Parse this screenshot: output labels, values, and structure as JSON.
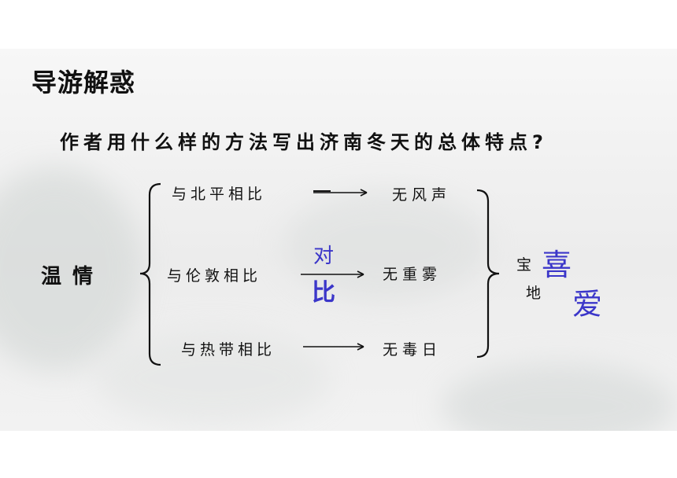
{
  "title": "导游解惑",
  "question": "作者用什么样的方法写出济南冬天的总体特点?",
  "left_label": "温情",
  "comparisons": [
    {
      "label": "与北平相比",
      "result": "无风声"
    },
    {
      "label": "与伦敦相比",
      "result": "无重雾"
    },
    {
      "label": "与热带相比",
      "result": "无毒日"
    }
  ],
  "method": {
    "line1": "对",
    "line2": "比"
  },
  "conclusion": {
    "small1": "宝",
    "small2": "地",
    "big1": "喜",
    "big2": "爱"
  },
  "colors": {
    "accent": "#3b36c9",
    "text": "#111111"
  }
}
